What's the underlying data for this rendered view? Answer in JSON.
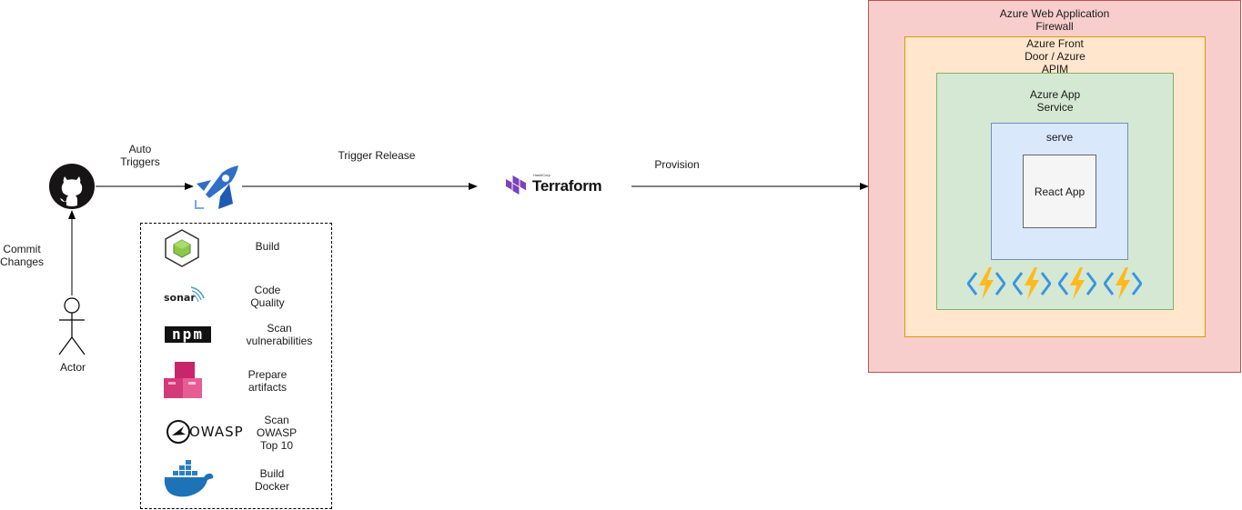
{
  "actor": {
    "label": "Actor",
    "commit_label": "Commit\nChanges"
  },
  "edges": {
    "auto_triggers": "Auto\nTriggers",
    "trigger_release": "Trigger Release",
    "provision": "Provision"
  },
  "pipeline_steps": [
    {
      "icon": "node-cube-icon",
      "label": "Build"
    },
    {
      "icon": "sonar-logo-icon",
      "logo_text": "sonar",
      "label": "Code\nQuality"
    },
    {
      "icon": "npm-logo-icon",
      "logo_text": "npm",
      "label": "Scan\nvulnerabilities"
    },
    {
      "icon": "artifacts-boxes-icon",
      "label": "Prepare\nartifacts"
    },
    {
      "icon": "owasp-logo-icon",
      "logo_text": "OWASP",
      "label": "Scan\nOWASP\nTop 10"
    },
    {
      "icon": "docker-whale-icon",
      "label": "Build\nDocker"
    }
  ],
  "terraform": {
    "brand_small": "HashiCorp",
    "brand": "Terraform"
  },
  "azure": {
    "waf_title": "Azure Web Application\nFirewall",
    "frontdoor_title": "Azure Front\nDoor / Azure\nAPIM",
    "app_service_title": "Azure App\nService",
    "serve_title": "serve",
    "react_app": "React App",
    "function_icons": [
      "azure-function-icon",
      "azure-function-icon",
      "azure-function-icon",
      "azure-function-icon"
    ]
  },
  "colors": {
    "waf_fill": "#f8cecc",
    "waf_border": "#b85450",
    "frontdoor_fill": "#ffe6cc",
    "frontdoor_border": "#d79b00",
    "app_service_fill": "#d5e8d4",
    "app_service_border": "#82b366",
    "serve_fill": "#dae8fc",
    "serve_border": "#6c8ebf",
    "react_fill": "#f5f5f5",
    "react_border": "#666666",
    "terraform_purple": "#7b42bc",
    "devops_blue": "#2f6fc7"
  }
}
